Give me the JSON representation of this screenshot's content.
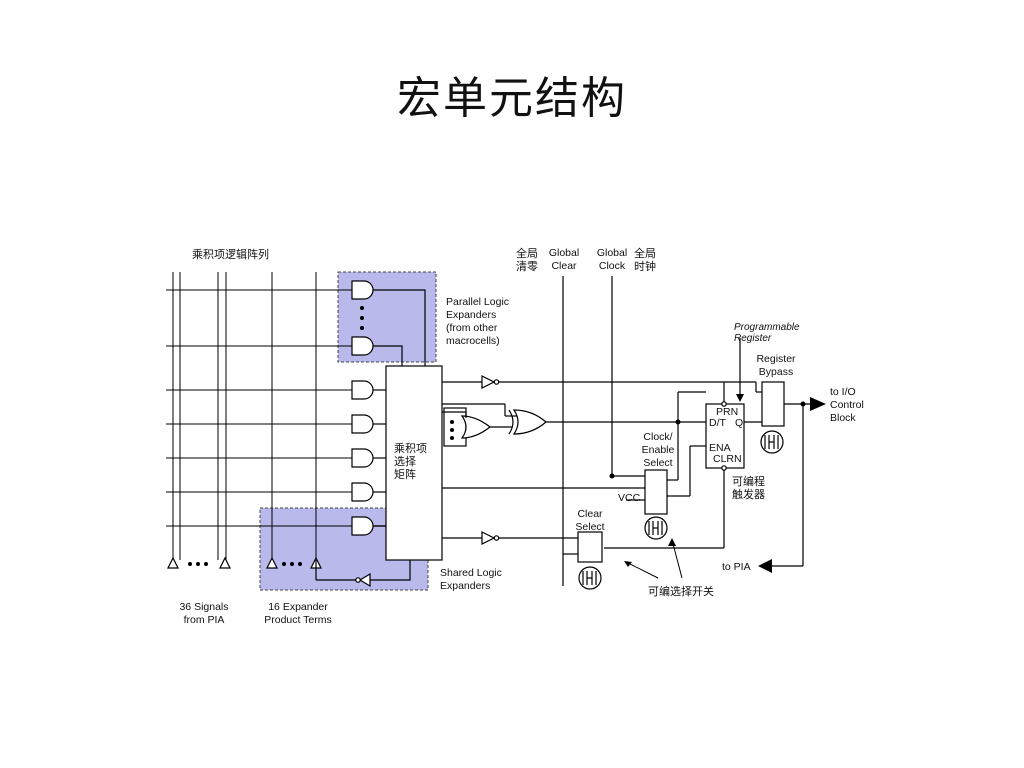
{
  "title": "宏单元结构",
  "labels": {
    "product_term_array": "乘积项逻辑阵列",
    "global_clear_cn": "全局\n清零",
    "global_clear": "Global\nClear",
    "global_clock": "Global\nClock",
    "global_clock_cn": "全局\n时钟",
    "parallel_expanders": "Parallel Logic\nExpanders\n(from other\nmacrocells)",
    "programmable_register": "Programmable\nRegister",
    "register_bypass": "Register\nBypass",
    "to_io": "to I/O\nControl\nBlock",
    "prn": "PRN",
    "dt": "D/T",
    "q": "Q",
    "ena": "ENA",
    "clrn": "CLRN",
    "clock_enable_select": "Clock/\nEnable\nSelect",
    "vcc": "VCC",
    "programmable_trigger": "可编程\n触发器",
    "product_select_matrix": "乘积项\n选择\n矩阵",
    "clear_select": "Clear\nSelect",
    "to_pia": "to PIA",
    "programmable_switch": "可编选择开关",
    "shared_expanders": "Shared Logic\nExpanders",
    "signals_from_pia": "36 Signals\nfrom PIA",
    "expander_terms": "16 Expander\nProduct Terms"
  },
  "colors": {
    "expander_shade": "#b9b9ec",
    "line": "#000000"
  }
}
